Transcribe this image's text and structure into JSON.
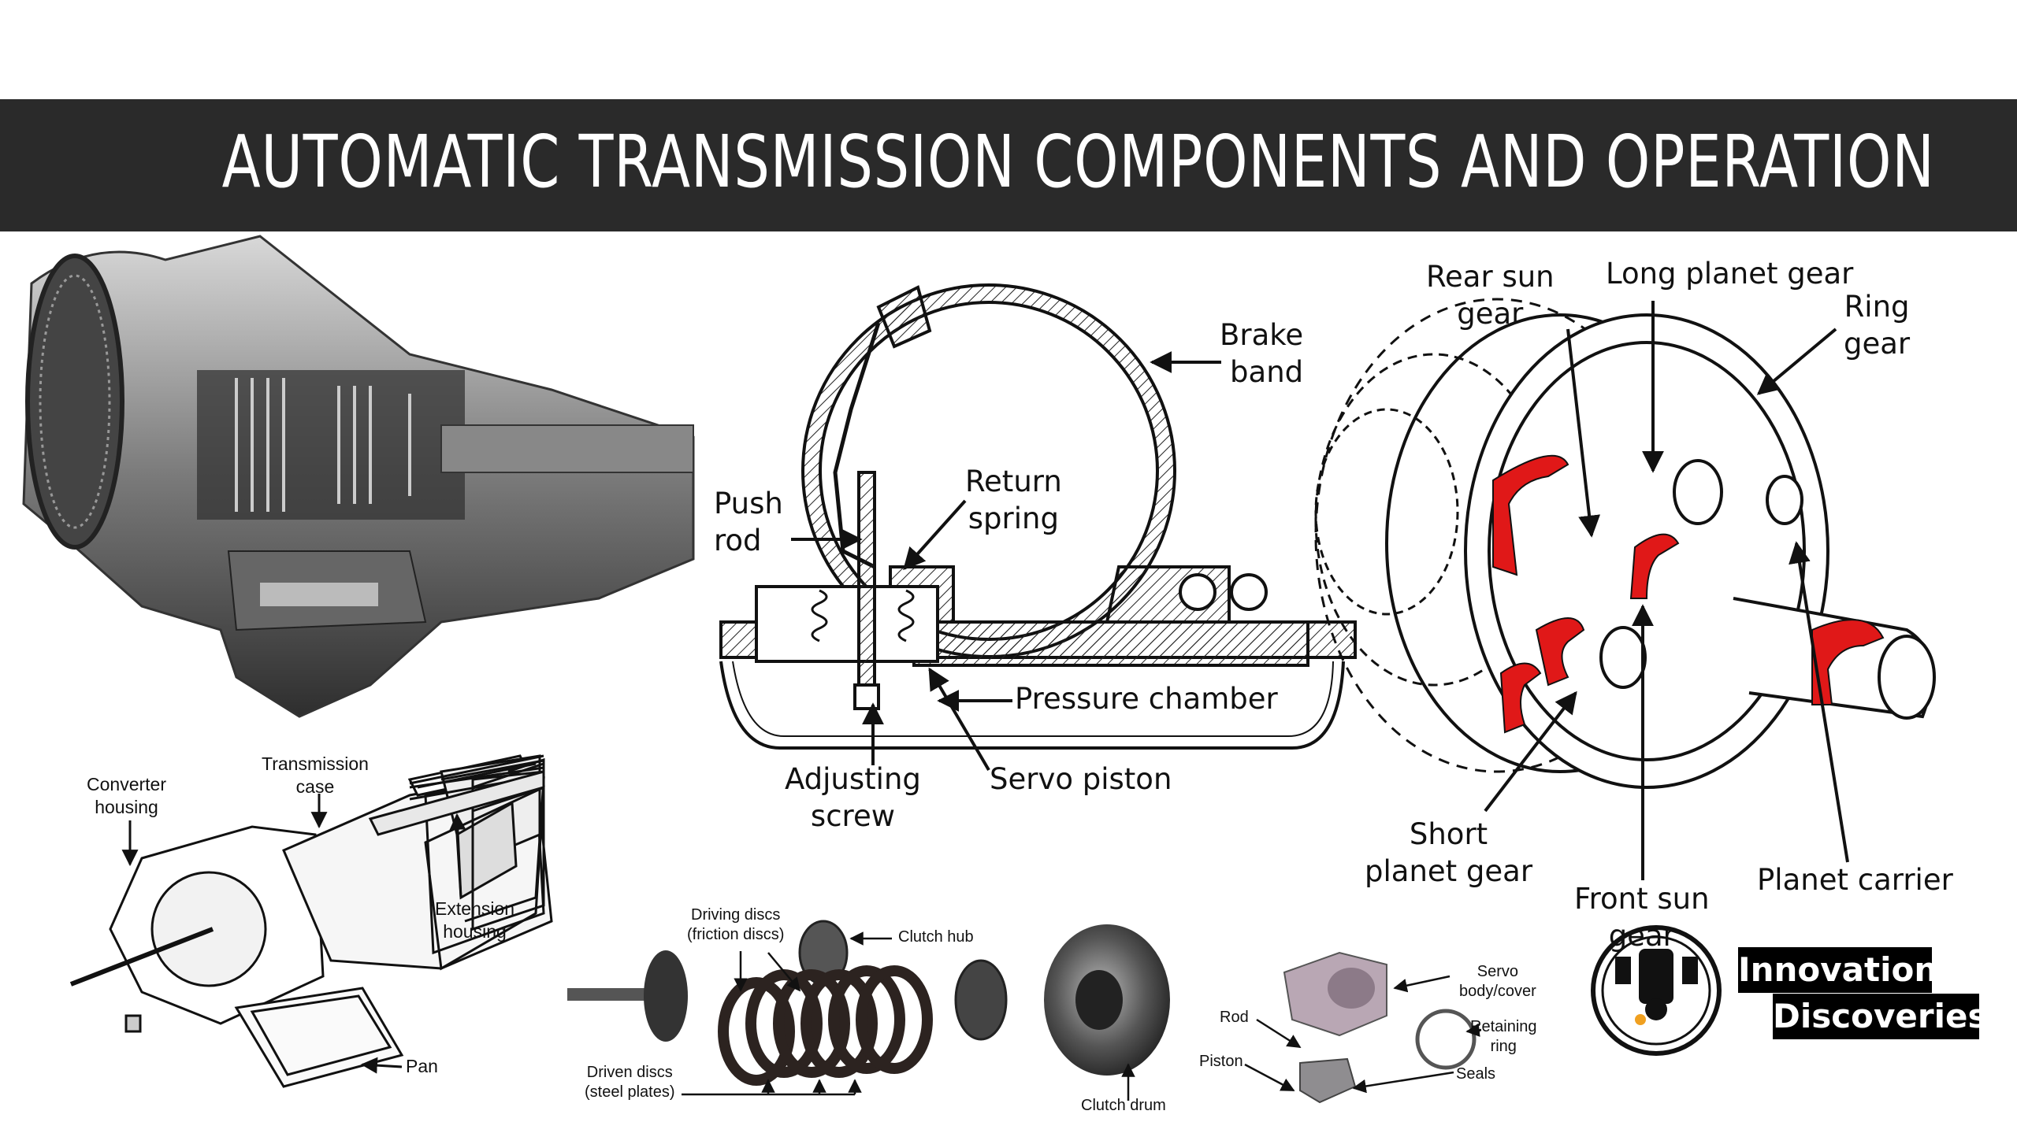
{
  "title": "AUTOMATIC TRANSMISSION COMPONENTS AND OPERATION",
  "servo_labels": {
    "brake_band": "Brake\nband",
    "push_rod": "Push\nrod",
    "return_spring": "Return\nspring",
    "pressure_chamber": "Pressure chamber",
    "adjusting_screw": "Adjusting\nscrew",
    "servo_piston": "Servo piston"
  },
  "planetary_labels": {
    "rear_sun_gear": "Rear sun\ngear",
    "long_planet_gear": "Long planet gear",
    "ring_gear": "Ring\ngear",
    "short_planet_gear": "Short\nplanet gear",
    "front_sun_gear": "Front sun\ngear",
    "planet_carrier": "Planet carrier"
  },
  "transmission_labels": {
    "converter_housing": "Converter\nhousing",
    "transmission_case": "Transmission\ncase",
    "extension_housing": "Extension\nhousing",
    "pan": "Pan"
  },
  "clutch_labels": {
    "driving_discs": "Driving discs\n(friction discs)",
    "clutch_hub": "Clutch hub",
    "driven_discs": "Driven discs\n(steel plates)",
    "clutch_drum": "Clutch drum"
  },
  "servo_part_labels": {
    "servo_body": "Servo\nbody/cover",
    "rod": "Rod",
    "retaining_ring": "Retaining\nring",
    "piston": "Piston",
    "seals": "Seals"
  },
  "brand": {
    "line1": "Innovation",
    "line2": "Discoveries"
  },
  "colors": {
    "banner": "#2a2a2a",
    "arrow_red": "#e01818"
  }
}
